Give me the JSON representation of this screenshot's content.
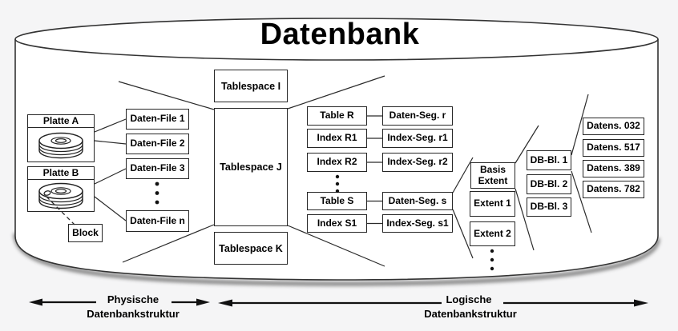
{
  "title": "Datenbank",
  "physical": {
    "disk_a": "Platte A",
    "disk_b": "Platte B",
    "block": "Block",
    "datafiles": [
      "Daten-File 1",
      "Daten-File 2",
      "Daten-File 3",
      "Daten-File n"
    ]
  },
  "tablespaces": [
    "Tablespace I",
    "Tablespace J",
    "Tablespace K"
  ],
  "objects": [
    {
      "name": "Table R",
      "segment": "Daten-Seg. r"
    },
    {
      "name": "Index R1",
      "segment": "Index-Seg. r1"
    },
    {
      "name": "Index R2",
      "segment": "Index-Seg. r2"
    },
    {
      "name": "Table S",
      "segment": "Daten-Seg. s"
    },
    {
      "name": "Index S1",
      "segment": "Index-Seg. s1"
    }
  ],
  "extents": [
    "Basis Extent",
    "Extent 1",
    "Extent 2"
  ],
  "db_blocks": [
    "DB-Bl. 1",
    "DB-Bl. 2",
    "DB-Bl. 3"
  ],
  "records": [
    "Datens. 032",
    "Datens. 517",
    "Datens. 389",
    "Datens. 782"
  ],
  "legend": {
    "physical_line1": "Physische",
    "physical_line2": "Datenbankstruktur",
    "logical_line1": "Logische",
    "logical_line2": "Datenbankstruktur"
  },
  "colors": {
    "background": "#f5f5f6",
    "outline": "#262626",
    "box_fill": "#ffffff",
    "text": "#000000"
  }
}
